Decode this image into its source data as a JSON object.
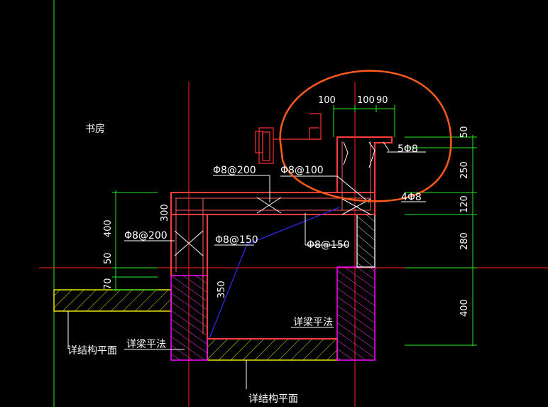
{
  "labels": {
    "room": "书房",
    "rebar_top_left": "Φ8@200",
    "rebar_top_mid": "Φ8@100",
    "rebar_stirrup": "5Φ8",
    "rebar_stirrup2": "4Φ8",
    "rebar_left": "Φ8@200",
    "rebar_mid": "Φ8@150",
    "rebar_right": "Φ8@150",
    "detail_left": "详结构平面",
    "detail_bottom": "详结构平面",
    "beam_left": "详梁平法",
    "beam_right": "详梁平法"
  },
  "dims": {
    "top": [
      "100",
      "100",
      "90"
    ],
    "right": [
      "50",
      "250",
      "120",
      "280",
      "400"
    ],
    "left": [
      "400",
      "50",
      "70"
    ],
    "wall_height": "300",
    "inner_height": "350"
  },
  "colors": {
    "background": "#000000",
    "outline": "#ff3b3b",
    "dimension": "#22ee22",
    "axis": "#ff0000",
    "hatch_yellow": "#e6e600",
    "hatch_magenta": "#ff00ff",
    "leader": "#ffffff",
    "rebar_blue": "#2a2aff",
    "markup": "#ff5a1a"
  }
}
